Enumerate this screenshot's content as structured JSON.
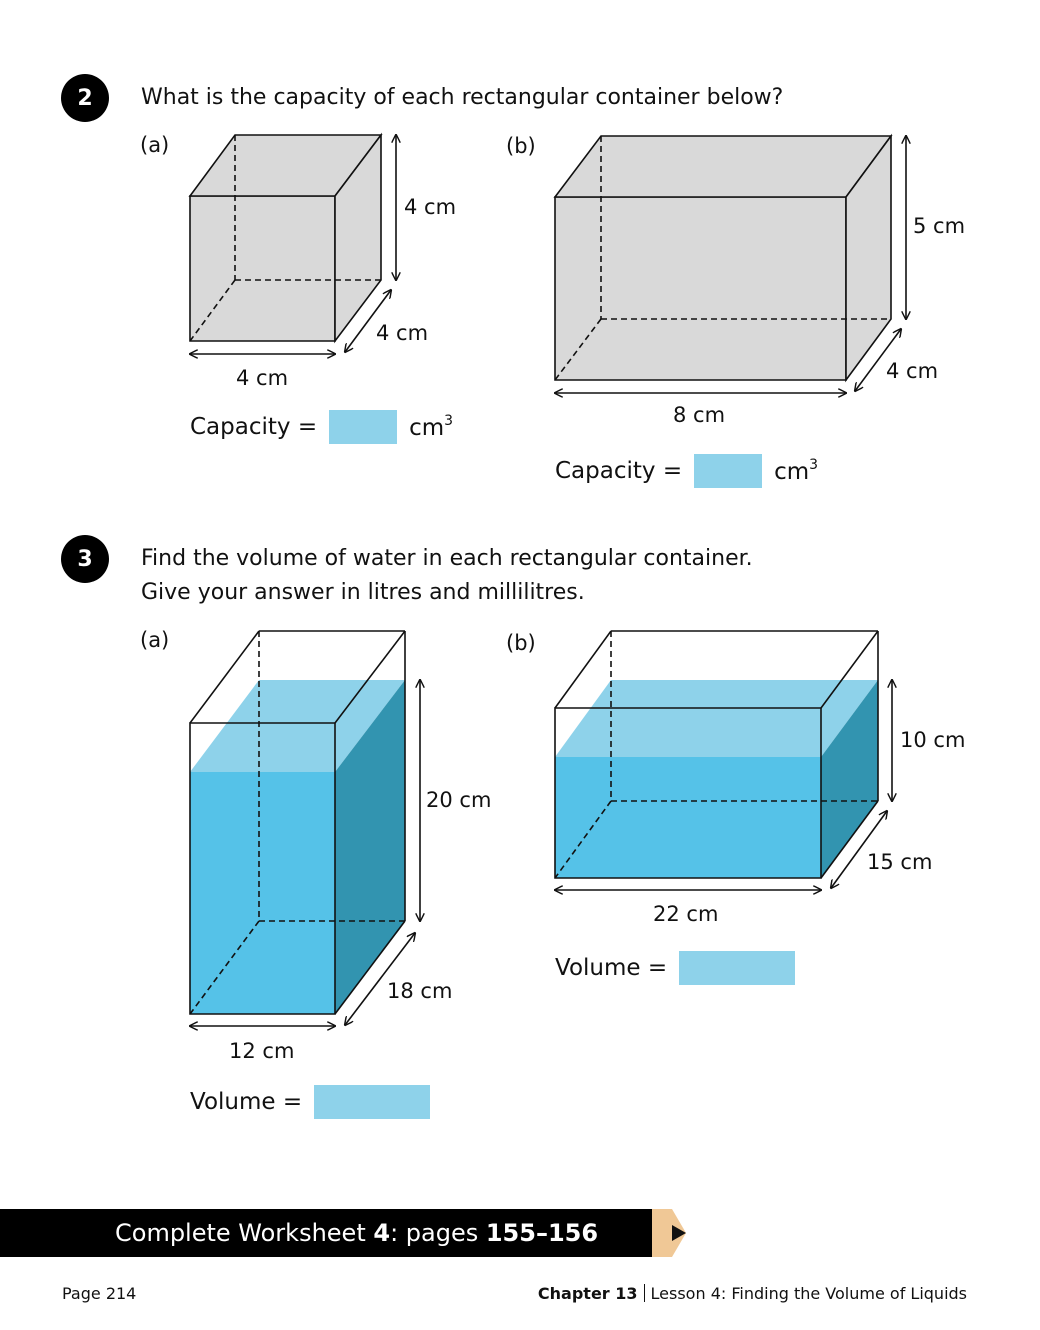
{
  "q2": {
    "number": "2",
    "text": "What is the capacity of each rectangular container below?",
    "a": {
      "label": "(a)",
      "height": "4 cm",
      "depth": "4 cm",
      "width": "4 cm",
      "answer_label": "Capacity =",
      "unit_base": "cm",
      "unit_exp": "3"
    },
    "b": {
      "label": "(b)",
      "height": "5 cm",
      "depth": "4 cm",
      "width": "8 cm",
      "answer_label": "Capacity =",
      "unit_base": "cm",
      "unit_exp": "3"
    }
  },
  "q3": {
    "number": "3",
    "line1": "Find the volume of water in each rectangular container.",
    "line2": "Give your answer in litres and millilitres.",
    "a": {
      "label": "(a)",
      "height": "20 cm",
      "depth": "18 cm",
      "width": "12 cm",
      "answer_label": "Volume ="
    },
    "b": {
      "label": "(b)",
      "height": "10 cm",
      "depth": "15 cm",
      "width": "22 cm",
      "answer_label": "Volume ="
    }
  },
  "banner": {
    "prefix": "Complete Worksheet ",
    "worksheet": "4",
    "middle": ": pages ",
    "pages": "155–156"
  },
  "footer": {
    "page": "Page 214",
    "chapter": "Chapter 13",
    "lesson": "Lesson 4: Finding the Volume of Liquids"
  },
  "colors": {
    "box_fill": "#d9d9d9",
    "water_front": "#55c2e8",
    "water_top": "#8ed2ea",
    "water_side": "#3294b0",
    "answer_box": "#8ed2ea",
    "banner_arrow": "#f0c896"
  }
}
